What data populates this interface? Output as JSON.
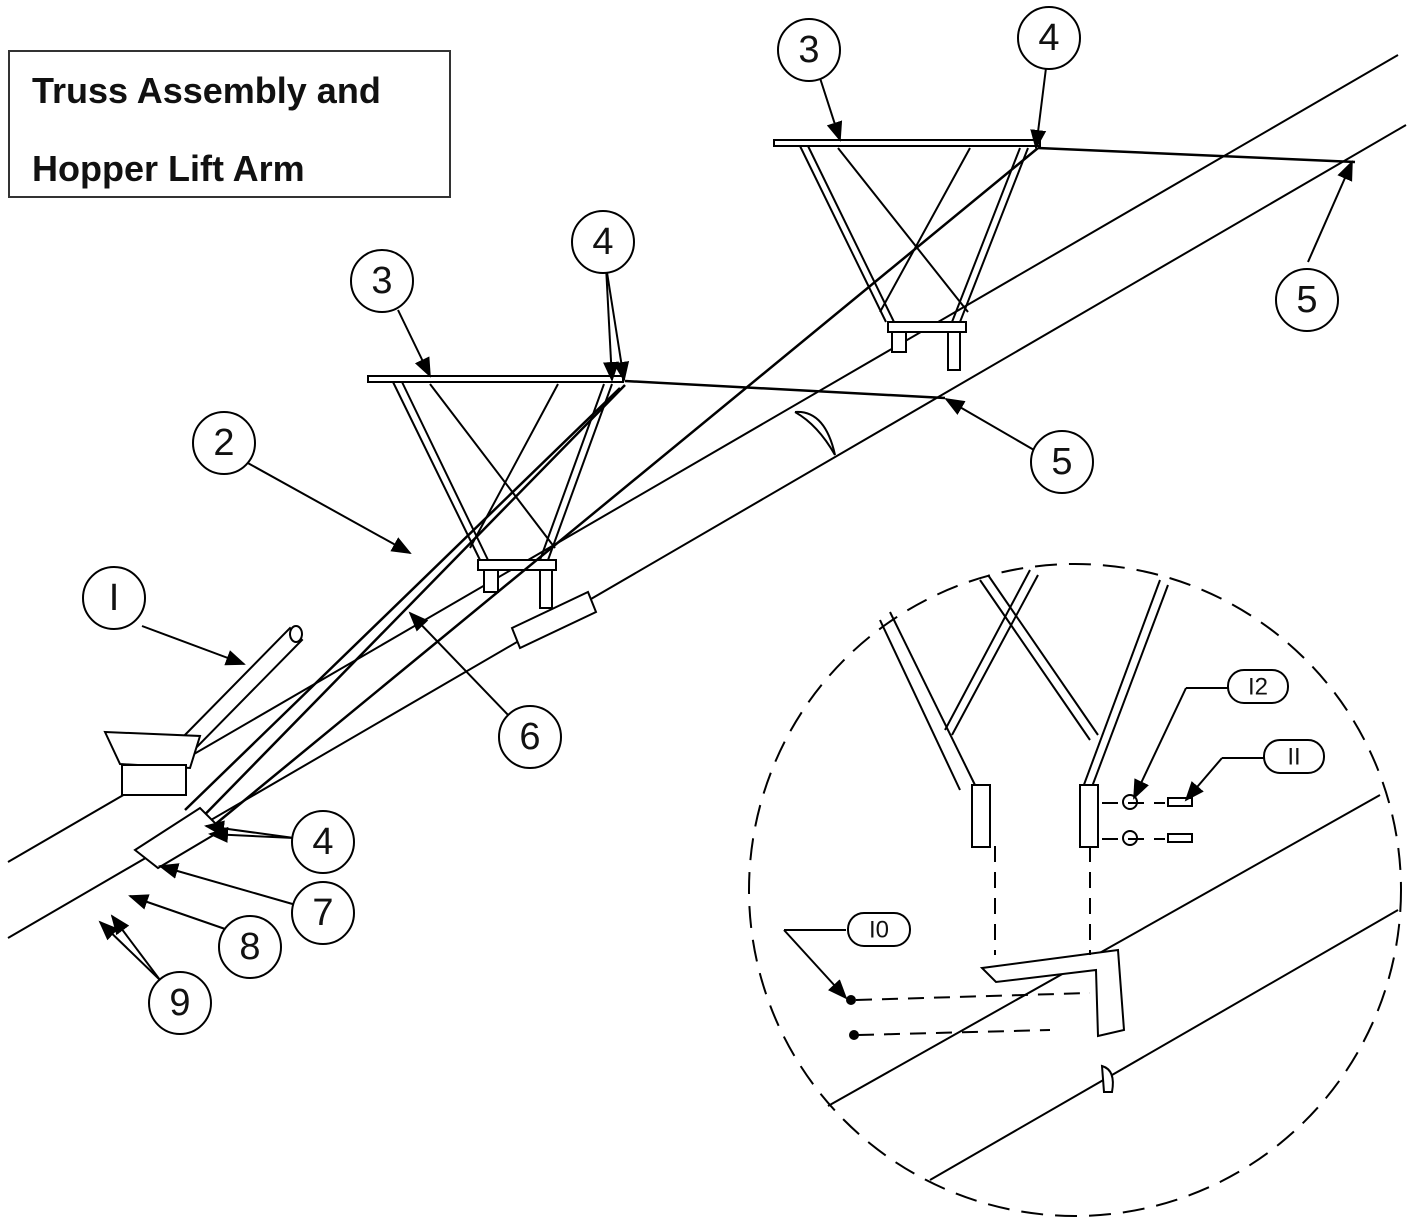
{
  "title": {
    "line1": "Truss Assembly  and",
    "line2": "Hopper Lift Arm"
  },
  "callouts": {
    "c1": "I",
    "c2": "2",
    "c3a": "3",
    "c3b": "3",
    "c4a": "4",
    "c4b": "4",
    "c4c": "4",
    "c5a": "5",
    "c5b": "5",
    "c6": "6",
    "c7": "7",
    "c8": "8",
    "c9": "9",
    "c10": "I0",
    "c11": "II",
    "c12": "I2"
  }
}
